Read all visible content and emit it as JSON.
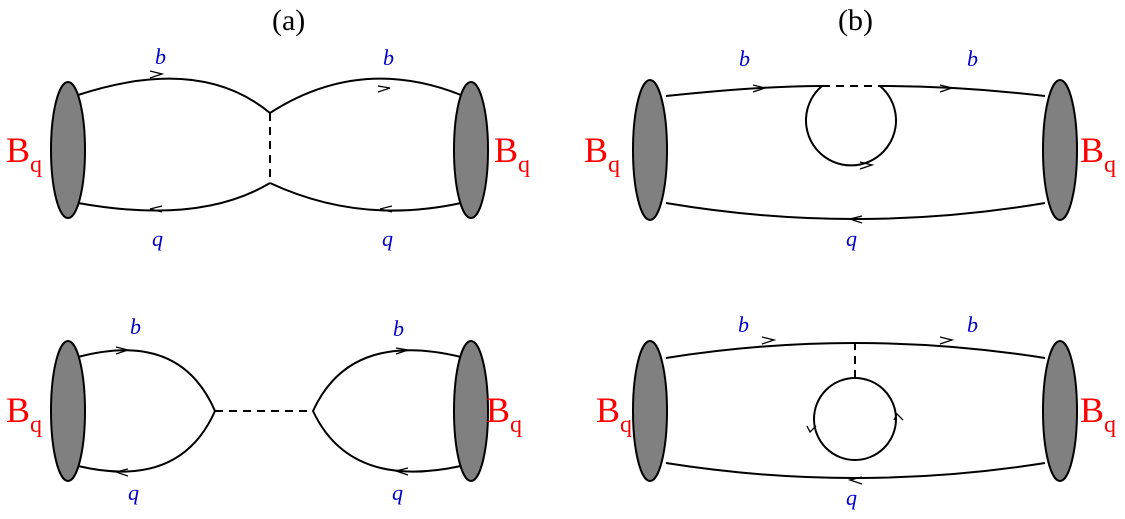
{
  "panels": [
    "(a)",
    "(b)"
  ],
  "meson": {
    "letter": "B",
    "subscript": "q",
    "color": "#ff0000"
  },
  "quarks": {
    "heavy": "b",
    "light": "q",
    "color": "#0000cc"
  },
  "colors": {
    "meson_fill": "#808080",
    "line": "#000000"
  }
}
